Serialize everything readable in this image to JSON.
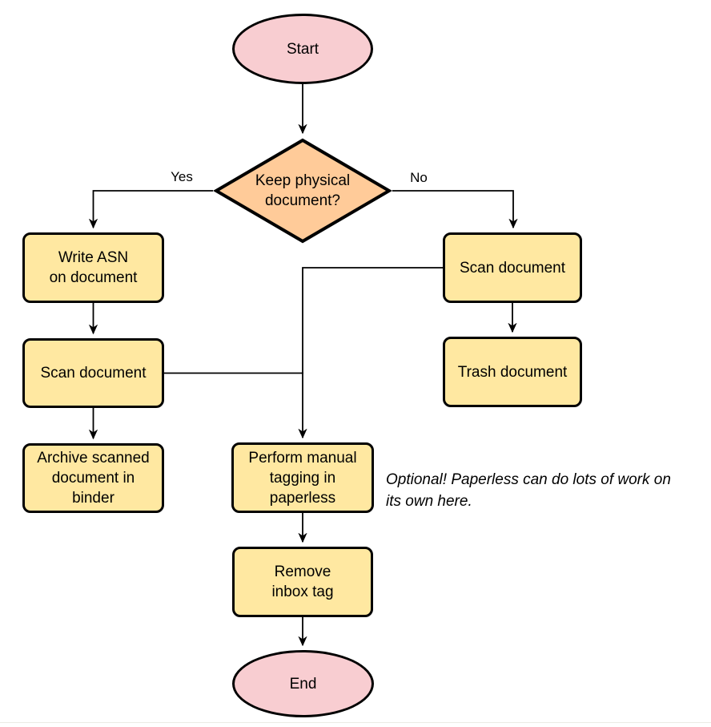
{
  "colors": {
    "process_fill": "#FFE8A1",
    "decision_fill": "#FFCB99",
    "terminal_fill": "#F8CDD1",
    "stroke": "#000000",
    "connector": "#000000"
  },
  "nodes": {
    "start": {
      "label": "Start"
    },
    "decision": {
      "label": "Keep physical\ndocument?"
    },
    "write_asn": {
      "label": "Write ASN\non document"
    },
    "scan_left": {
      "label": "Scan document"
    },
    "archive": {
      "label": "Archive scanned\ndocument in\nbinder"
    },
    "scan_right": {
      "label": "Scan document"
    },
    "trash": {
      "label": "Trash document"
    },
    "tagging": {
      "label": "Perform manual\ntagging in\npaperless"
    },
    "remove_inbox": {
      "label": "Remove\ninbox tag"
    },
    "end": {
      "label": "End"
    }
  },
  "edge_labels": {
    "yes": "Yes",
    "no": "No"
  },
  "annotation": {
    "line1": "Optional! Paperless can do lots of work on",
    "line2": "its own here."
  }
}
